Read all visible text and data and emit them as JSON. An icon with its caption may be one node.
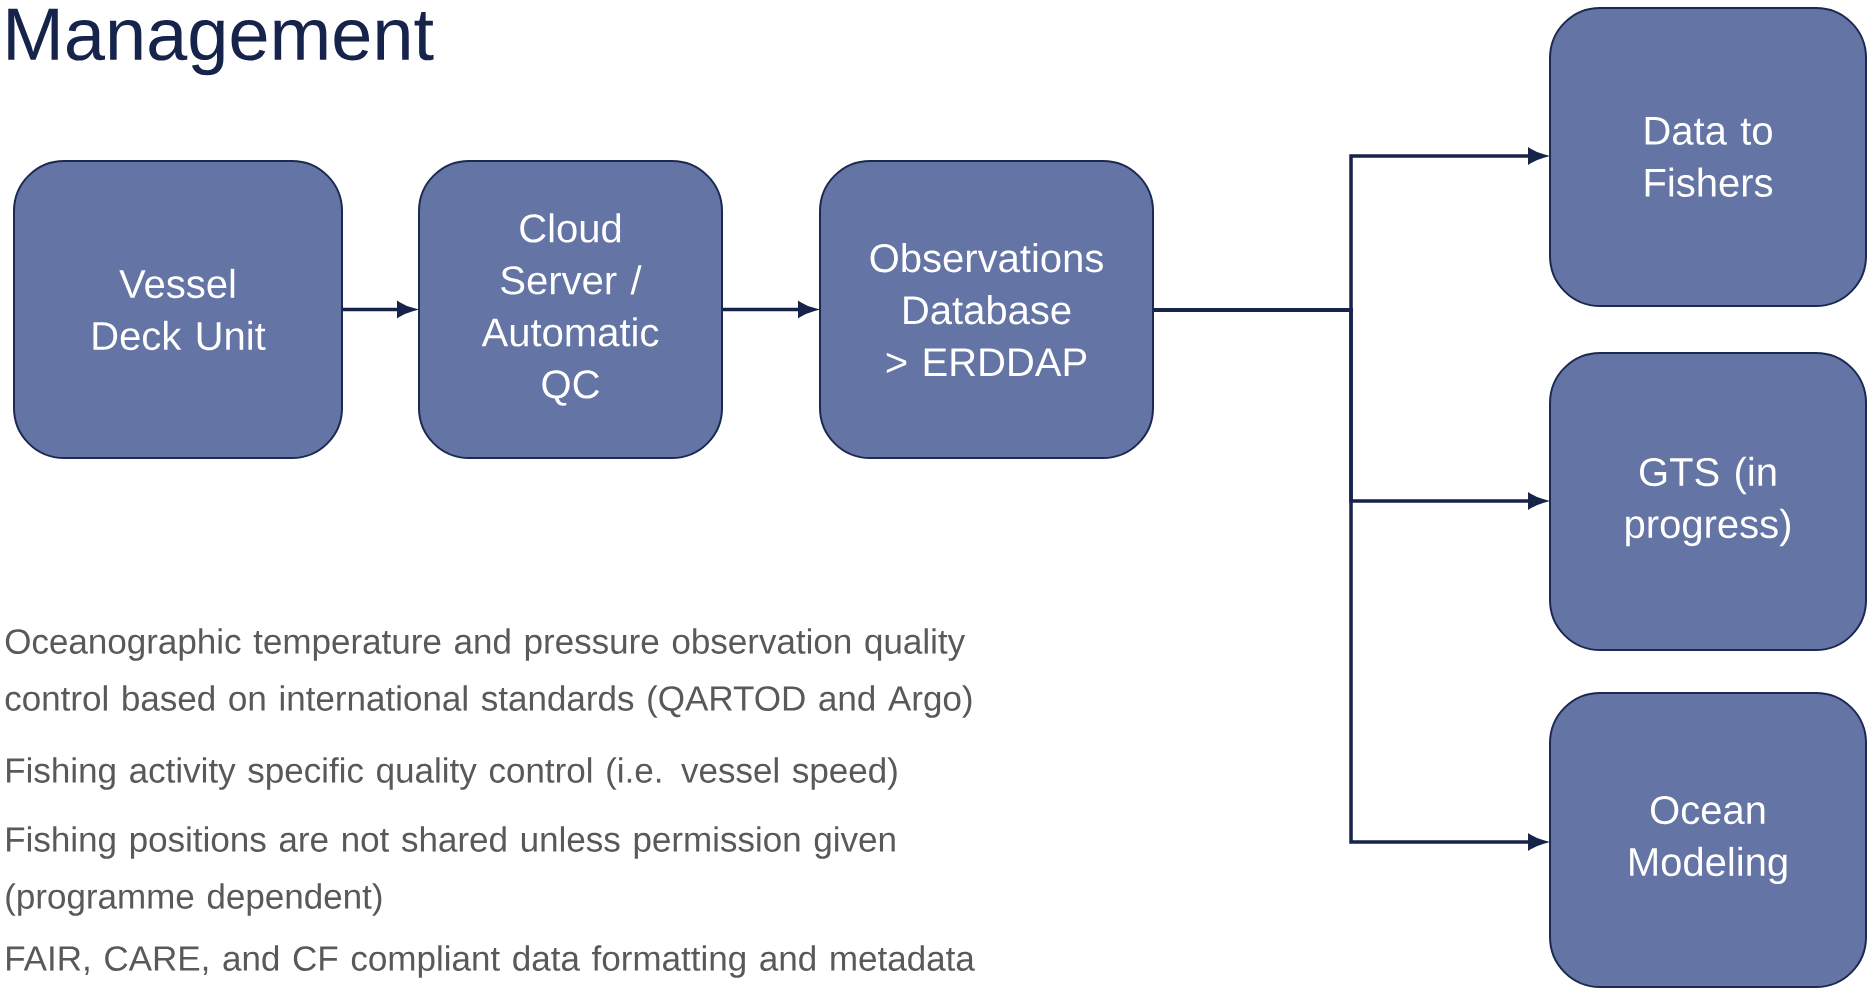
{
  "diagram": {
    "title": "Management",
    "nodes": [
      {
        "text": [
          "Vessel Deck Unit"
        ]
      },
      {
        "text": [
          "Cloud Server / Automatic QC"
        ]
      },
      {
        "text": [
          "Observations Database > ERDDAP"
        ]
      },
      {
        "text": [
          "Data to Fishers"
        ]
      },
      {
        "text": [
          "GTS (in progress)"
        ]
      },
      {
        "text": [
          "Ocean Modeling"
        ]
      }
    ],
    "edges": [
      {
        "from": 0,
        "to": 1,
        "arrow": "to"
      },
      {
        "from": 1,
        "to": 2,
        "arrow": "to"
      },
      {
        "from": 2,
        "to": 3,
        "arrow": "to"
      },
      {
        "from": 2,
        "to": 4,
        "arrow": "to"
      },
      {
        "from": 2,
        "to": 5,
        "arrow": "to"
      }
    ],
    "labels": [
      "Oceanographic temperature and pressure observation quality control based on international standards (QARTOD and Argo)",
      "Fishing activity specific quality control (i.e. vessel speed)",
      "Fishing positions are not shared unless permission given (programme dependent)",
      "FAIR, CARE, and CF compliant data formatting and metadata"
    ]
  }
}
